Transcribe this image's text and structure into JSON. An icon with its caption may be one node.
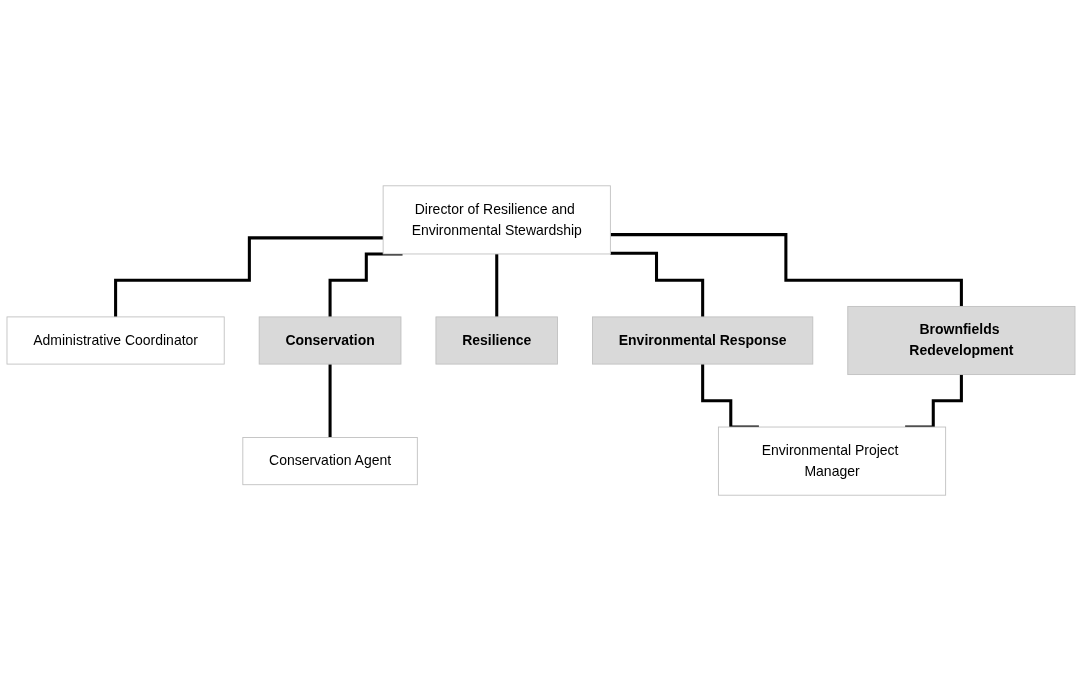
{
  "diagram": {
    "nodes": [
      {
        "text": [
          "Director of Resilience and Environmental Stewardship"
        ]
      },
      {
        "text": [
          "Administrative Coordinator"
        ]
      },
      {
        "text": [
          "Conservation"
        ]
      },
      {
        "text": [
          "Resilience"
        ]
      },
      {
        "text": [
          "Environmental Response"
        ]
      },
      {
        "text": [
          "Brownfields Redevelopment"
        ]
      },
      {
        "text": [
          "Conservation Agent"
        ]
      },
      {
        "text": [
          "Environmental Project Manager"
        ]
      }
    ],
    "edges": [
      {
        "from": 0,
        "to": 1,
        "arrow": "none"
      },
      {
        "from": 0,
        "to": 2,
        "arrow": "none"
      },
      {
        "from": 0,
        "to": 3,
        "arrow": "none"
      },
      {
        "from": 0,
        "to": 4,
        "arrow": "none"
      },
      {
        "from": 0,
        "to": 5,
        "arrow": "none"
      },
      {
        "from": 2,
        "to": 6,
        "arrow": "none"
      },
      {
        "from": 4,
        "to": 7,
        "arrow": "none"
      },
      {
        "from": 5,
        "to": 7,
        "arrow": "none"
      }
    ]
  }
}
